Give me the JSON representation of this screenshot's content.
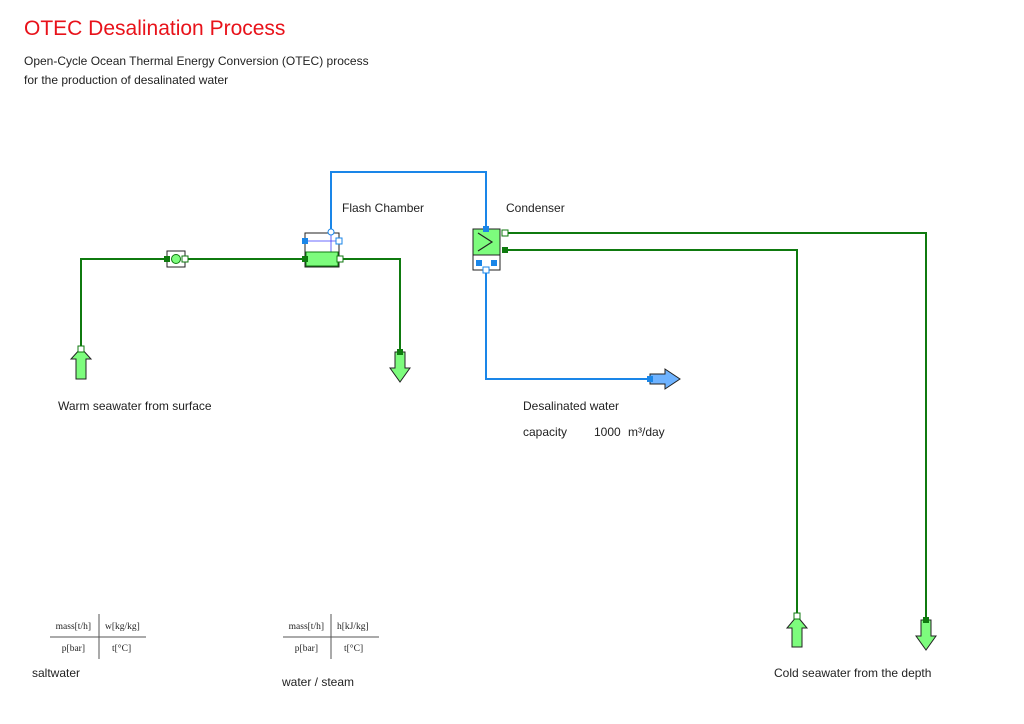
{
  "header": {
    "title": "OTEC Desalination Process",
    "description_line1": "Open-Cycle Ocean Thermal Energy Conversion (OTEC) process",
    "description_line2": "for the production of desalinated water"
  },
  "components": {
    "flash_chamber": "Flash Chamber",
    "condenser": "Condenser"
  },
  "streams": {
    "warm_inlet": "Warm seawater from surface",
    "desalinated_outlet": "Desalinated water",
    "cold_inlet": "Cold seawater from the depth"
  },
  "capacity": {
    "label": "capacity",
    "value": "1000",
    "unit": "m³/day"
  },
  "legends": {
    "saltwater": {
      "mass": "mass[t/h]",
      "top_right": "w[kg/kg]",
      "pressure": "p[bar]",
      "temperature": "t[°C]",
      "caption": "saltwater"
    },
    "water_steam": {
      "mass": "mass[t/h]",
      "top_right": "h[kJ/kg]",
      "pressure": "p[bar]",
      "temperature": "t[°C]",
      "caption": "water / steam"
    }
  },
  "colors": {
    "title": "#e8121a",
    "saltwater_line": "#0f7a0f",
    "steam_line": "#1a86e8",
    "component_fill": "#7dfc7d",
    "outlet_arrow_fill": "#6fb3ff"
  }
}
